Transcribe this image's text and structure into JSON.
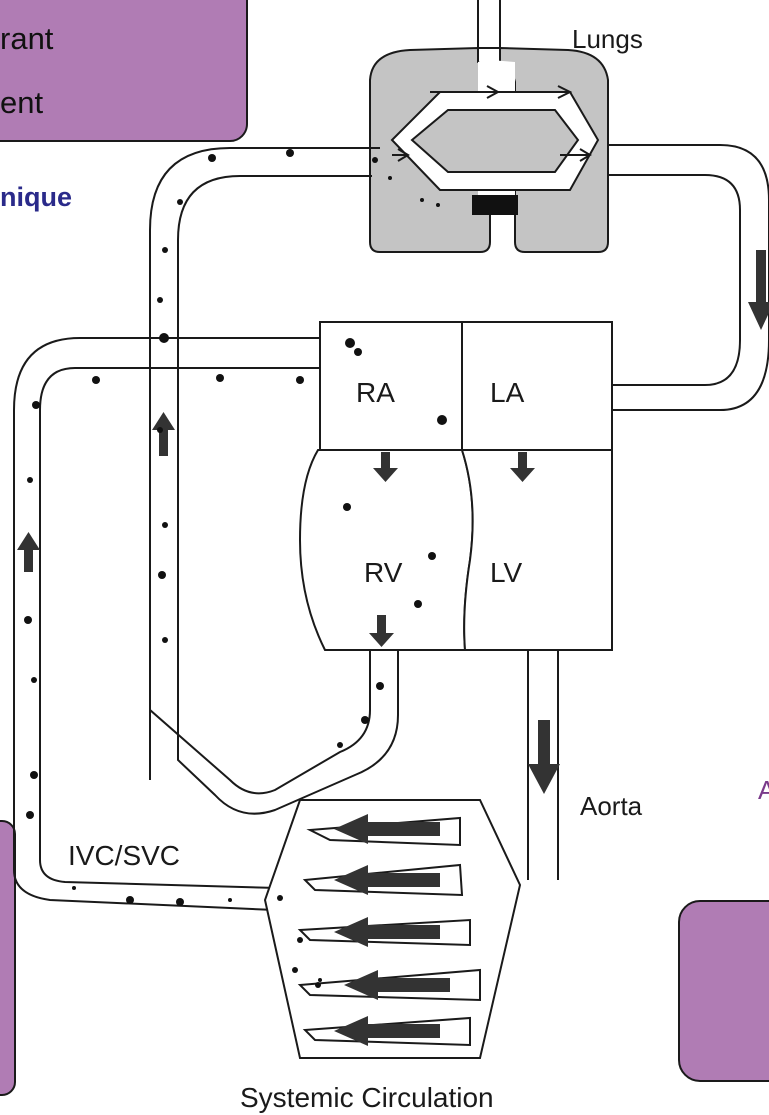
{
  "callout_top": {
    "line1": "rant",
    "line2": "ent"
  },
  "side_text": {
    "technique_fragment": "nique",
    "right_fragment": "A"
  },
  "labels": {
    "lungs": "Lungs",
    "ra": "RA",
    "la": "LA",
    "rv": "RV",
    "lv": "LV",
    "aorta": "Aorta",
    "ivc_svc": "IVC/SVC",
    "systemic": "Systemic Circulation"
  },
  "colors": {
    "callout_fill": "#b07cb4",
    "navy_text": "#2a2a8a",
    "lung_gray": "#c4c4c4",
    "ink": "#1a1a1a"
  }
}
